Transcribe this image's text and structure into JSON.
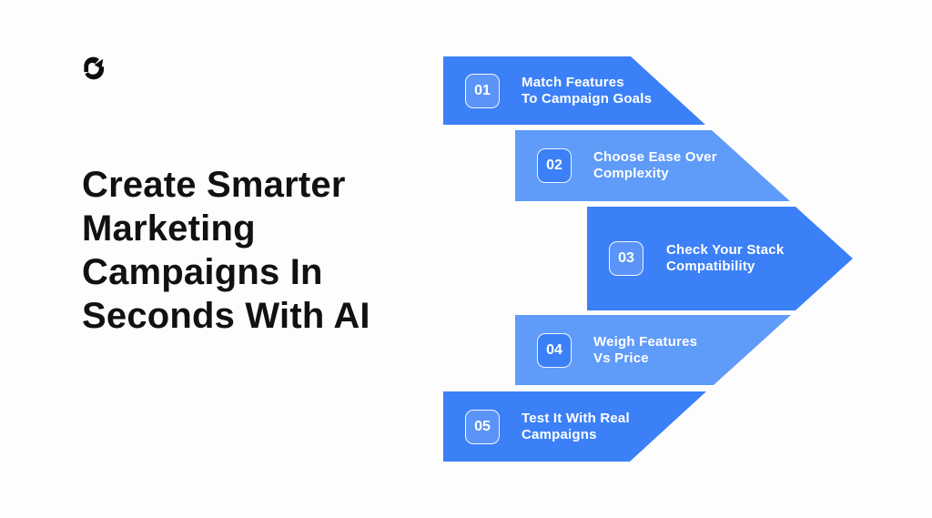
{
  "page": {
    "background": "#fdfdfd"
  },
  "logo": {
    "icon": "g-arrow-logo-icon",
    "color": "#0d0d0d"
  },
  "heading": {
    "text": "Create Smarter Marketing Campaigns In Seconds With AI",
    "lines": [
      "Create Smarter",
      "Marketing",
      "Campaigns In",
      "Seconds With AI"
    ],
    "color": "#111111"
  },
  "colors": {
    "dark_blue": "#3C80F7",
    "light_blue": "#5F9BF8",
    "text_on_blue": "#FFFFFF"
  },
  "steps": [
    {
      "number": "01",
      "line1": "Match Features",
      "line2": "To Campaign Goals",
      "fill": "#3C80F7",
      "badge_fill": "rgba(255,255,255,0.16)"
    },
    {
      "number": "02",
      "line1": "Choose Ease Over",
      "line2": "Complexity",
      "fill": "#5F9BF8",
      "badge_fill": "#3C80F7"
    },
    {
      "number": "03",
      "line1": "Check Your Stack",
      "line2": "Compatibility",
      "fill": "#3C80F7",
      "badge_fill": "rgba(255,255,255,0.16)"
    },
    {
      "number": "04",
      "line1": "Weigh Features",
      "line2": "Vs Price",
      "fill": "#5F9BF8",
      "badge_fill": "#3C80F7"
    },
    {
      "number": "05",
      "line1": "Test It With Real",
      "line2": "Campaigns",
      "fill": "#3C80F7",
      "badge_fill": "rgba(255,255,255,0.16)"
    }
  ]
}
